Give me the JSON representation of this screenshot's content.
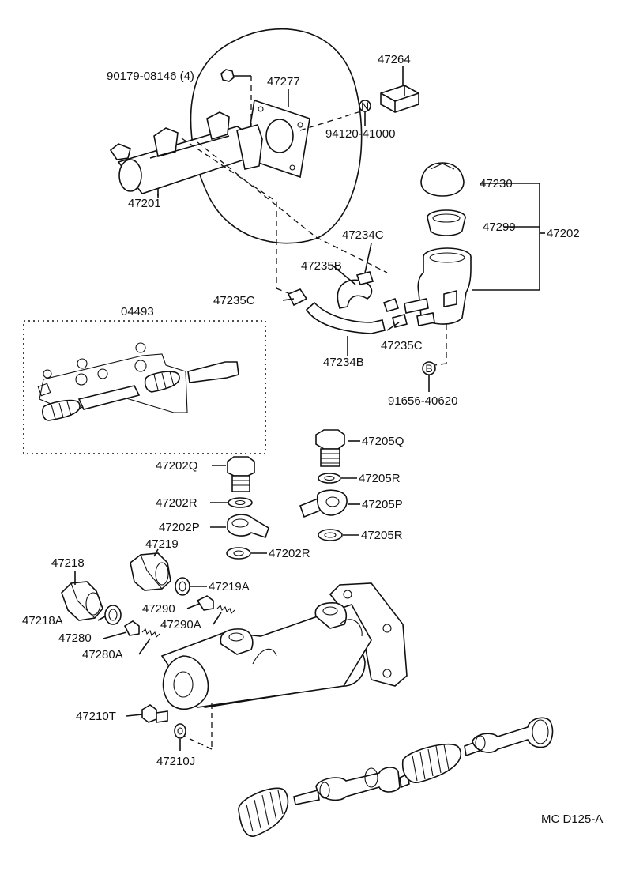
{
  "diagram": {
    "labels": {
      "p90179": "90179-08146 (4)",
      "p47277": "47277",
      "p47264": "47264",
      "p94120": "94120-41000",
      "p47201": "47201",
      "p47230": "47230",
      "p47299": "47299",
      "p47202": "47202",
      "p47234C": "47234C",
      "p47235B": "47235B",
      "p47235C_left": "47235C",
      "p47235C_right": "47235C",
      "p47234B": "47234B",
      "p91656": "91656-40620",
      "p04493": "04493",
      "p47205Q": "47205Q",
      "p47205R_top": "47205R",
      "p47205P": "47205P",
      "p47205R_bottom": "47205R",
      "p47202Q": "47202Q",
      "p47202R_top": "47202R",
      "p47202P": "47202P",
      "p47202R_bottom": "47202R",
      "p47218": "47218",
      "p47219": "47219",
      "p47219A": "47219A",
      "p47218A": "47218A",
      "p47290": "47290",
      "p47290A": "47290A",
      "p47280": "47280",
      "p47280A": "47280A",
      "p47210T": "47210T",
      "p47210J": "47210J",
      "code": "MC D125-A"
    },
    "markers": {
      "n": "N",
      "b": "B"
    }
  }
}
